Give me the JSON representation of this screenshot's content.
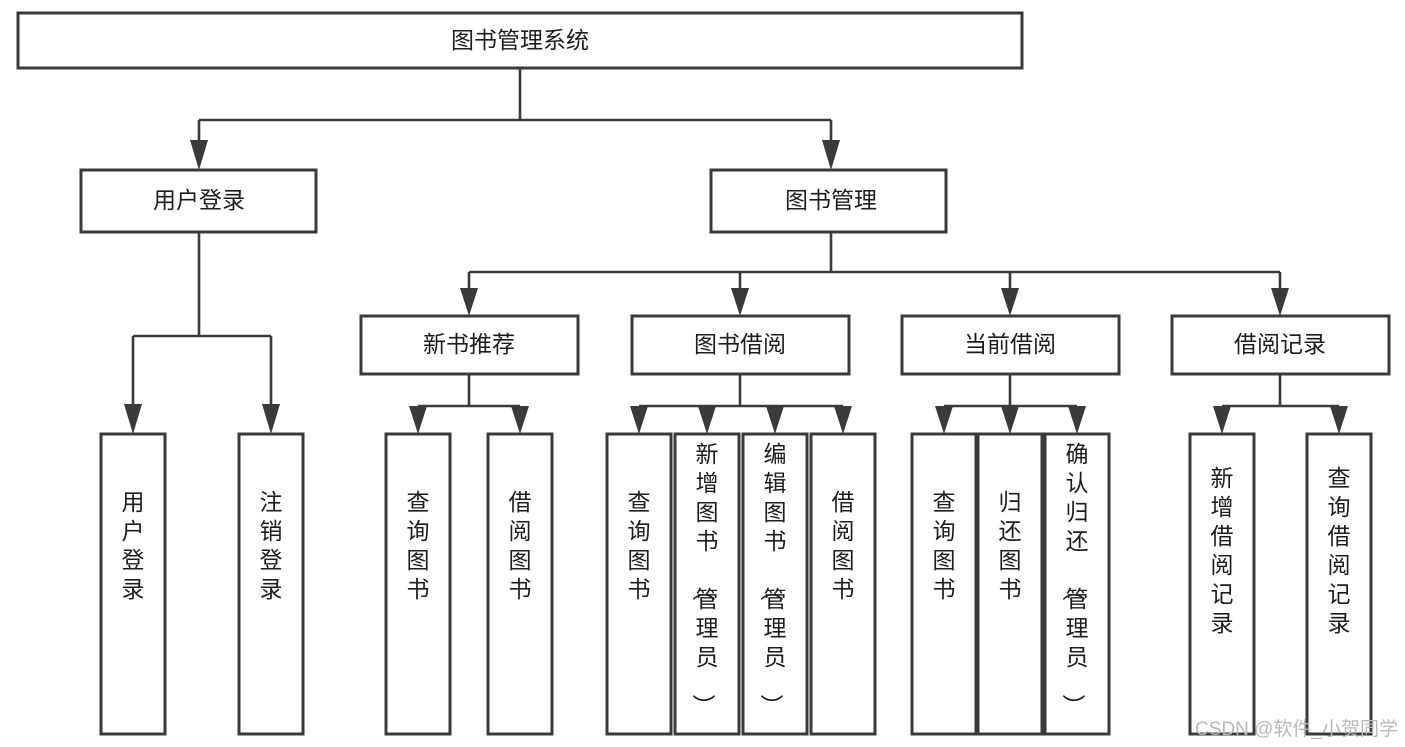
{
  "diagram": {
    "title": "图书管理系统",
    "type": "tree-hierarchy",
    "root": {
      "id": "root",
      "label": "图书管理系统"
    },
    "level2": [
      {
        "id": "user-login",
        "label": "用户登录"
      },
      {
        "id": "book-manage",
        "label": "图书管理"
      }
    ],
    "level3": [
      {
        "id": "new-book-rec",
        "label": "新书推荐",
        "parent": "book-manage"
      },
      {
        "id": "book-borrow",
        "label": "图书借阅",
        "parent": "book-manage"
      },
      {
        "id": "current-borrow",
        "label": "当前借阅",
        "parent": "book-manage"
      },
      {
        "id": "borrow-record",
        "label": "借阅记录",
        "parent": "book-manage"
      }
    ],
    "leaves": [
      {
        "id": "leaf-user-login",
        "label": "用户登录",
        "parent": "user-login"
      },
      {
        "id": "leaf-logout-login",
        "label": "注销登录",
        "parent": "user-login"
      },
      {
        "id": "leaf-query-book-1",
        "label": "查询图书",
        "parent": "new-book-rec"
      },
      {
        "id": "leaf-borrow-book-1",
        "label": "借阅图书",
        "parent": "new-book-rec"
      },
      {
        "id": "leaf-query-book-2",
        "label": "查询图书",
        "parent": "book-borrow"
      },
      {
        "id": "leaf-add-book",
        "label": "新增图书（管理员）",
        "parent": "book-borrow"
      },
      {
        "id": "leaf-edit-book",
        "label": "编辑图书（管理员）",
        "parent": "book-borrow"
      },
      {
        "id": "leaf-borrow-book-2",
        "label": "借阅图书",
        "parent": "book-borrow"
      },
      {
        "id": "leaf-query-book-3",
        "label": "查询图书",
        "parent": "current-borrow"
      },
      {
        "id": "leaf-return-book",
        "label": "归还图书",
        "parent": "current-borrow"
      },
      {
        "id": "leaf-confirm-return",
        "label": "确认归还（管理员）",
        "parent": "current-borrow"
      },
      {
        "id": "leaf-add-record",
        "label": "新增借阅记录",
        "parent": "borrow-record"
      },
      {
        "id": "leaf-query-record",
        "label": "查询借阅记录",
        "parent": "borrow-record"
      }
    ],
    "watermark": "CSDN @软件_小贺同学",
    "colors": {
      "box_stroke": "#3a3a3a",
      "box_fill": "#ffffff",
      "text": "#1d1d1d",
      "background": "#ffffff",
      "watermark": "#b8b8b8"
    }
  }
}
